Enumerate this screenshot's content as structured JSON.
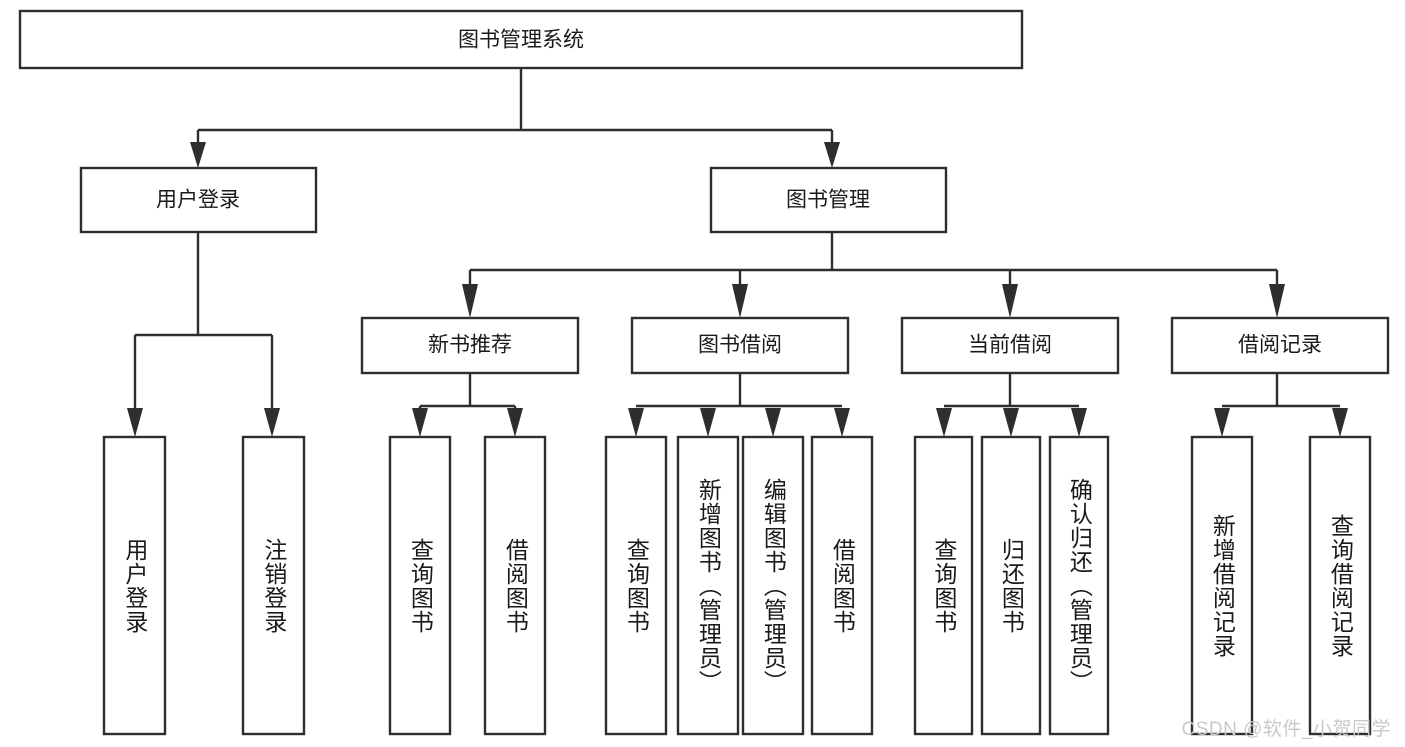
{
  "diagram": {
    "title": "图书管理系统",
    "watermark": "CSDN @软件_小贺同学",
    "colors": {
      "box_stroke": "#2e2e2e",
      "box_fill": "#ffffff",
      "text": "#1a1a1a",
      "watermark": "#c9c9c9",
      "background": "#ffffff"
    },
    "root": {
      "label": "图书管理系统"
    },
    "level2": [
      {
        "id": "user-login",
        "label": "用户登录"
      },
      {
        "id": "book-manage",
        "label": "图书管理"
      }
    ],
    "level3": [
      {
        "id": "new-book-recommend",
        "label": "新书推荐"
      },
      {
        "id": "book-borrow",
        "label": "图书借阅"
      },
      {
        "id": "current-borrow",
        "label": "当前借阅"
      },
      {
        "id": "borrow-record",
        "label": "借阅记录"
      }
    ],
    "leaves": {
      "user_login": [
        {
          "id": "leaf-user-login",
          "label": "用户登录"
        },
        {
          "id": "leaf-user-logout",
          "label": "注销登录"
        }
      ],
      "new_book_recommend": [
        {
          "id": "leaf-query-book-1",
          "label": "查询图书"
        },
        {
          "id": "leaf-borrow-book-1",
          "label": "借阅图书"
        }
      ],
      "book_borrow": [
        {
          "id": "leaf-query-book-2",
          "label": "查询图书"
        },
        {
          "id": "leaf-add-book",
          "label": "新增图书（管理员）"
        },
        {
          "id": "leaf-edit-book",
          "label": "编辑图书（管理员）"
        },
        {
          "id": "leaf-borrow-book-2",
          "label": "借阅图书"
        }
      ],
      "current_borrow": [
        {
          "id": "leaf-query-book-3",
          "label": "查询图书"
        },
        {
          "id": "leaf-return-book",
          "label": "归还图书"
        },
        {
          "id": "leaf-confirm-return",
          "label": "确认归还（管理员）"
        }
      ],
      "borrow_record": [
        {
          "id": "leaf-add-record",
          "label": "新增借阅记录"
        },
        {
          "id": "leaf-query-record",
          "label": "查询借阅记录"
        }
      ]
    }
  }
}
